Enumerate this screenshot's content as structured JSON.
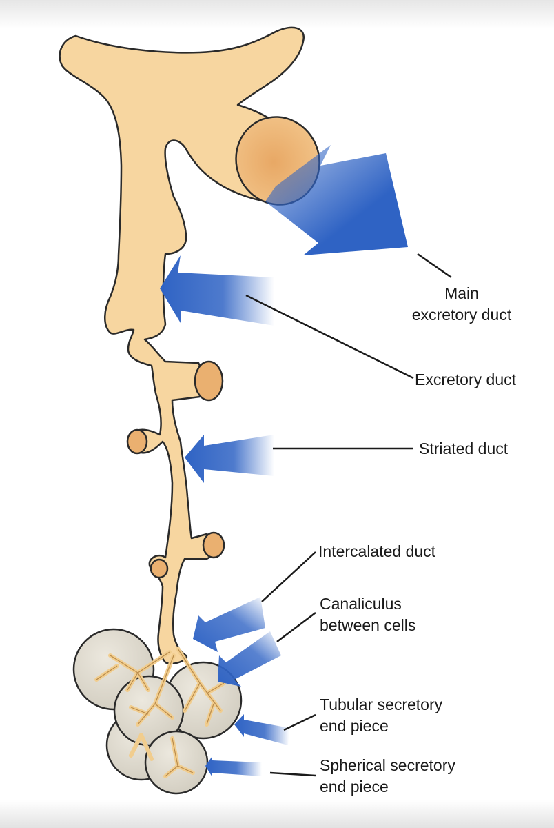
{
  "labels": {
    "main_excretory_duct": [
      "Main",
      "excretory duct"
    ],
    "excretory_duct": "Excretory duct",
    "striated_duct": "Striated duct",
    "intercalated_duct": "Intercalated duct",
    "canaliculus": [
      "Canaliculus",
      "between cells"
    ],
    "tubular_end_piece": [
      "Tubular secretory",
      "end piece"
    ],
    "spherical_end_piece": [
      "Spherical secretory",
      "end piece"
    ]
  },
  "colors": {
    "duct_fill": "#f7d6a0",
    "duct_cut_face": "#e9ad6c",
    "outline": "#2a2a2a",
    "arrow_blue": "#2f63c4",
    "acinus_fill": "#dedad0",
    "canaliculus": "#f1cd8e"
  }
}
